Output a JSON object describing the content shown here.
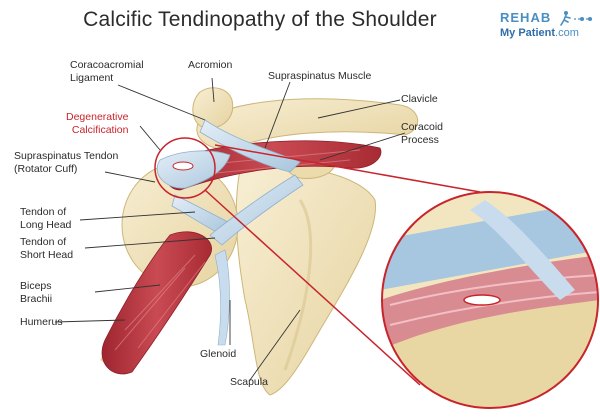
{
  "title": "Calcific Tendinopathy of the Shoulder",
  "logo": {
    "line1": "REHAB",
    "line2_a": "My Patient",
    "line2_b": ".com",
    "color_line1": "#4a8fc2",
    "color_line2": "#2f6ea8",
    "figure_icon": "running-person-icon"
  },
  "labels": {
    "coracoacromial_1": "Coracoacromial",
    "coracoacromial_2": "Ligament",
    "acromion": "Acromion",
    "supraspinatus_muscle": "Supraspinatus Muscle",
    "clavicle": "Clavicle",
    "coracoid_1": "Coracoid",
    "coracoid_2": "Process",
    "degenerative_1": "Degenerative",
    "degenerative_2": "Calcification",
    "supraspinatus_tendon_1": "Supraspinatus Tendon",
    "supraspinatus_tendon_2": "(Rotator Cuff)",
    "long_head_1": "Tendon of",
    "long_head_2": "Long Head",
    "short_head_1": "Tendon of",
    "short_head_2": "Short Head",
    "biceps_1": "Biceps",
    "biceps_2": "Brachii",
    "humerus": "Humerus",
    "glenoid": "Glenoid",
    "scapula": "Scapula"
  },
  "colors": {
    "bone": "#f3e7c2",
    "bone_shadow": "#d8c48f",
    "muscle": "#b8323a",
    "muscle_light": "#d9717a",
    "tendon": "#c9dced",
    "tendon_dark": "#8fb1cc",
    "highlight_red": "#c8242b",
    "leader_line": "#333333"
  }
}
